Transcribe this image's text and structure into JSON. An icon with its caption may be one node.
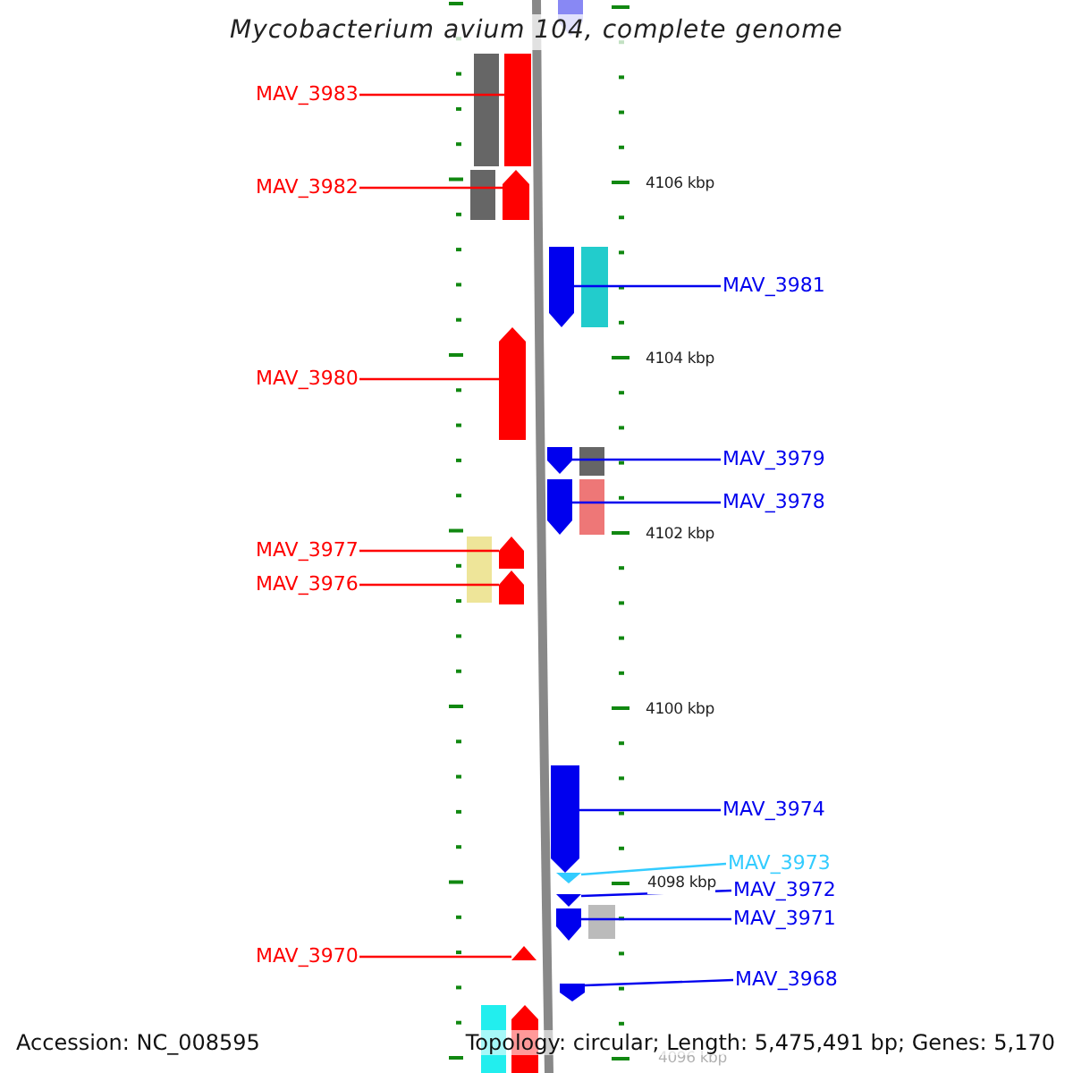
{
  "diagram": {
    "title": "Mycobacterium avium 104, complete genome",
    "nodes": [
      {
        "text": [
          "MAV_3983"
        ]
      },
      {
        "text": [],
        "shape": "bar"
      },
      {
        "text": [
          "MAV_3982"
        ]
      },
      {
        "text": [],
        "shape": "bar"
      },
      {
        "text": [
          "MAV_3981"
        ]
      },
      {
        "text": [],
        "shape": "bar"
      },
      {
        "text": [
          "MAV_3980"
        ]
      },
      {
        "text": [],
        "shape": "bar"
      },
      {
        "text": [
          "MAV_3979"
        ]
      },
      {
        "text": [],
        "shape": "bar"
      },
      {
        "text": [
          "MAV_3978"
        ]
      },
      {
        "text": [],
        "shape": "bar"
      },
      {
        "text": [
          "MAV_3977"
        ]
      },
      {
        "text": [],
        "shape": "bar"
      },
      {
        "text": [
          "MAV_3976"
        ]
      },
      {
        "text": [],
        "shape": "bar"
      },
      {
        "text": [
          "MAV_3974"
        ]
      },
      {
        "text": [],
        "shape": "bar"
      },
      {
        "text": [
          "MAV_3973"
        ]
      },
      {
        "text": [],
        "shape": "bar"
      },
      {
        "text": [
          "MAV_3972"
        ]
      },
      {
        "text": [],
        "shape": "bar"
      },
      {
        "text": [
          "MAV_3971"
        ]
      },
      {
        "text": [],
        "shape": "bar"
      },
      {
        "text": [
          "MAV_3970"
        ]
      },
      {
        "text": [],
        "shape": "bar"
      },
      {
        "text": [
          "MAV_3968"
        ]
      },
      {
        "text": [],
        "shape": "bar"
      },
      {
        "text": [],
        "shape": "bar"
      },
      {
        "text": [],
        "shape": "bar"
      }
    ],
    "edges": [
      {
        "from": 0,
        "to": 1,
        "arrow": "none",
        "color": "#ff0000"
      },
      {
        "from": 2,
        "to": 3,
        "arrow": "none",
        "color": "#ff0000"
      },
      {
        "from": 4,
        "to": 5,
        "arrow": "none"
      },
      {
        "from": 6,
        "to": 7,
        "arrow": "none",
        "color": "#ff0000"
      },
      {
        "from": 8,
        "to": 9,
        "arrow": "none"
      },
      {
        "from": 10,
        "to": 11,
        "arrow": "none"
      },
      {
        "from": 12,
        "to": 13,
        "arrow": "none",
        "color": "#ff0000"
      },
      {
        "from": 14,
        "to": 15,
        "arrow": "none",
        "color": "#ff0000"
      },
      {
        "from": 16,
        "to": 17,
        "arrow": "none"
      },
      {
        "from": 18,
        "to": 19,
        "arrow": "none",
        "color": "#33ccff"
      },
      {
        "from": 20,
        "to": 21,
        "arrow": "none"
      },
      {
        "from": 22,
        "to": 23,
        "arrow": "none"
      },
      {
        "from": 24,
        "to": 25,
        "arrow": "none",
        "color": "#ff0000"
      },
      {
        "from": 26,
        "to": 27,
        "arrow": "none"
      }
    ],
    "labels": [
      "4106 kbp",
      "4104 kbp",
      "4102 kbp",
      "4100 kbp",
      "4098 kbp",
      "4096 kbp",
      "Accession: NC_008595",
      "Topology: circular; Length: 5,475,491 bp; Genes: 5,170"
    ]
  }
}
